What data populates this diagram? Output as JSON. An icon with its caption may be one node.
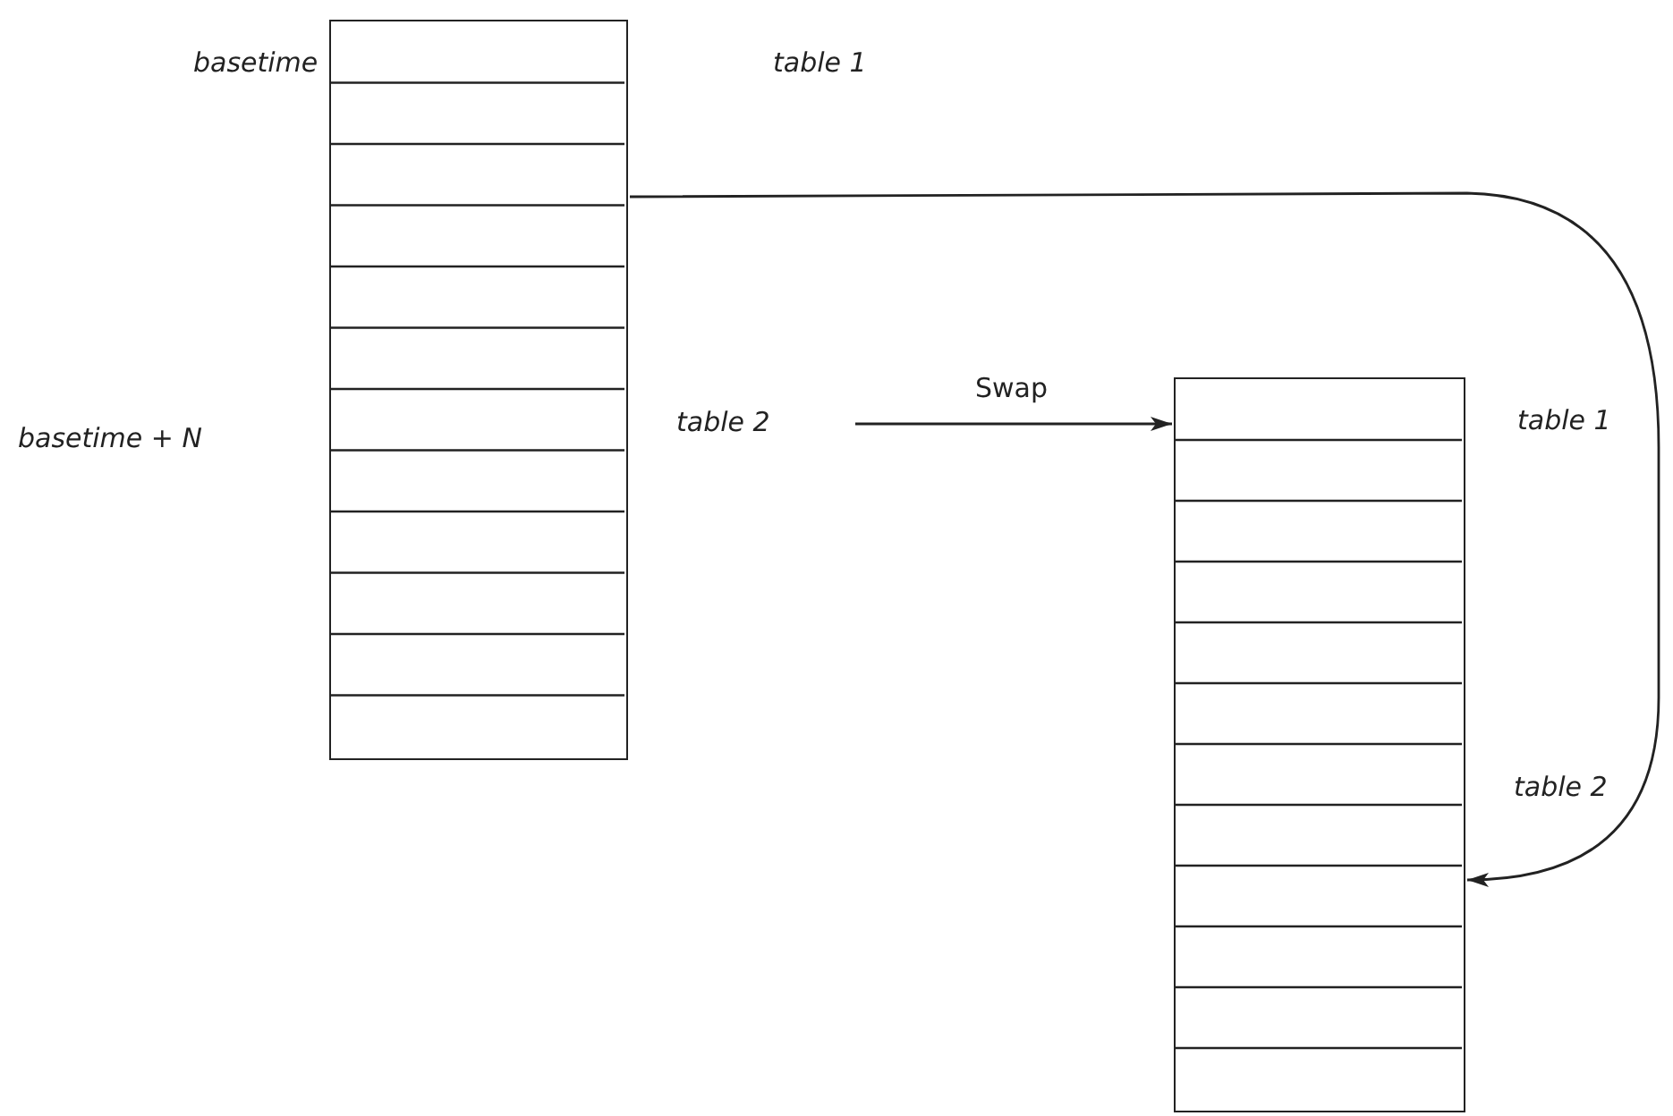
{
  "diagram": {
    "nodes": [
      {
        "text": [],
        "shape": "box"
      },
      {
        "text": [
          "table 2"
        ]
      },
      {
        "text": [],
        "shape": "box"
      }
    ],
    "edges": [
      {
        "from": 1,
        "to": 2,
        "arrow": "to",
        "label": "Swap"
      },
      {
        "from": 0,
        "to": 2,
        "arrow": "to"
      }
    ],
    "labels": [
      "basetime",
      "table 1",
      "basetime + N",
      "table 1",
      "table 2"
    ]
  }
}
